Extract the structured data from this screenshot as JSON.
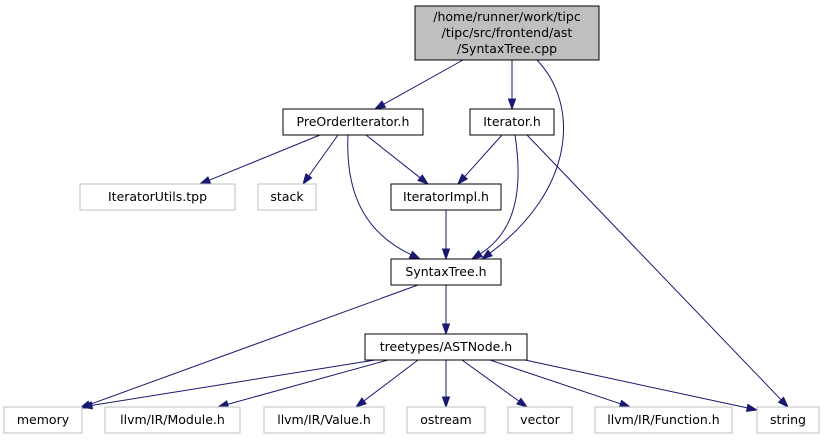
{
  "graph": {
    "colors": {
      "edge": "#191970",
      "root_fill": "#bfbfbf",
      "local_border": "#000000",
      "external_border": "#bfbfbf"
    },
    "nodes": [
      {
        "id": "syntaxtree_cpp",
        "kind": "root",
        "lines": [
          "/home/runner/work/tipc",
          "/tipc/src/frontend/ast",
          "/SyntaxTree.cpp"
        ]
      },
      {
        "id": "preorderiterator_h",
        "kind": "local",
        "lines": [
          "PreOrderIterator.h"
        ]
      },
      {
        "id": "iterator_h",
        "kind": "local",
        "lines": [
          "Iterator.h"
        ]
      },
      {
        "id": "iteratorutils_tpp",
        "kind": "external",
        "lines": [
          "IteratorUtils.tpp"
        ]
      },
      {
        "id": "stack",
        "kind": "external",
        "lines": [
          "stack"
        ]
      },
      {
        "id": "iteratorimpl_h",
        "kind": "local",
        "lines": [
          "IteratorImpl.h"
        ]
      },
      {
        "id": "syntaxtree_h",
        "kind": "local",
        "lines": [
          "SyntaxTree.h"
        ]
      },
      {
        "id": "astnode_h",
        "kind": "local",
        "lines": [
          "treetypes/ASTNode.h"
        ]
      },
      {
        "id": "memory",
        "kind": "external",
        "lines": [
          "memory"
        ]
      },
      {
        "id": "llvm_module_h",
        "kind": "external",
        "lines": [
          "llvm/IR/Module.h"
        ]
      },
      {
        "id": "llvm_value_h",
        "kind": "external",
        "lines": [
          "llvm/IR/Value.h"
        ]
      },
      {
        "id": "ostream",
        "kind": "external",
        "lines": [
          "ostream"
        ]
      },
      {
        "id": "vector",
        "kind": "external",
        "lines": [
          "vector"
        ]
      },
      {
        "id": "llvm_function_h",
        "kind": "external",
        "lines": [
          "llvm/IR/Function.h"
        ]
      },
      {
        "id": "string",
        "kind": "external",
        "lines": [
          "string"
        ]
      }
    ],
    "edges": [
      {
        "from": "syntaxtree_cpp",
        "to": "preorderiterator_h"
      },
      {
        "from": "syntaxtree_cpp",
        "to": "iterator_h"
      },
      {
        "from": "syntaxtree_cpp",
        "to": "syntaxtree_h"
      },
      {
        "from": "preorderiterator_h",
        "to": "iteratorutils_tpp"
      },
      {
        "from": "preorderiterator_h",
        "to": "stack"
      },
      {
        "from": "preorderiterator_h",
        "to": "iteratorimpl_h"
      },
      {
        "from": "preorderiterator_h",
        "to": "syntaxtree_h"
      },
      {
        "from": "iterator_h",
        "to": "iteratorimpl_h"
      },
      {
        "from": "iterator_h",
        "to": "syntaxtree_h"
      },
      {
        "from": "iterator_h",
        "to": "string"
      },
      {
        "from": "iteratorimpl_h",
        "to": "syntaxtree_h"
      },
      {
        "from": "syntaxtree_h",
        "to": "memory"
      },
      {
        "from": "syntaxtree_h",
        "to": "astnode_h"
      },
      {
        "from": "astnode_h",
        "to": "memory"
      },
      {
        "from": "astnode_h",
        "to": "llvm_module_h"
      },
      {
        "from": "astnode_h",
        "to": "llvm_value_h"
      },
      {
        "from": "astnode_h",
        "to": "ostream"
      },
      {
        "from": "astnode_h",
        "to": "vector"
      },
      {
        "from": "astnode_h",
        "to": "llvm_function_h"
      },
      {
        "from": "astnode_h",
        "to": "string"
      }
    ]
  }
}
